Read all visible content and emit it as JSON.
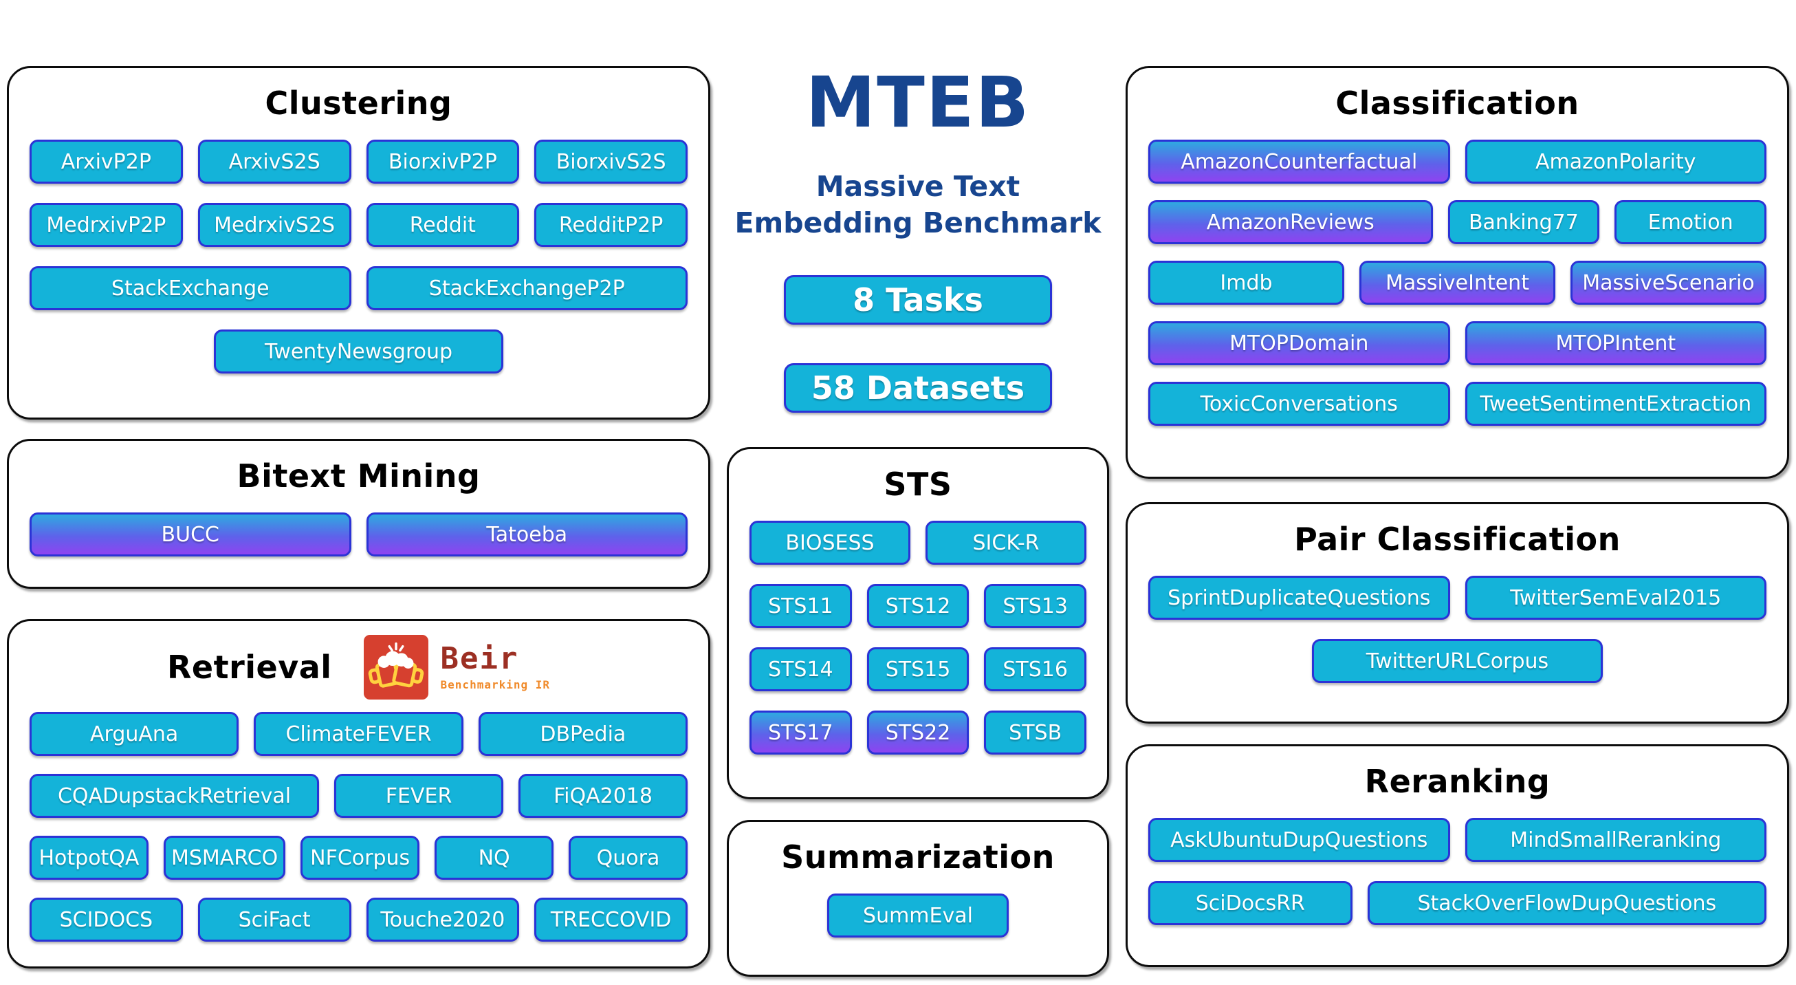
{
  "title": {
    "main": "MTEB",
    "subtitle_line1": "Massive Text",
    "subtitle_line2": "Embedding Benchmark",
    "tasks_badge": "8 Tasks",
    "datasets_badge": "58 Datasets"
  },
  "beir": {
    "name": "Beir",
    "tagline": "Benchmarking IR"
  },
  "colors": {
    "accent_cyan": "#14b3d9",
    "chip_border": "#2b33d6",
    "grad_top": "#2fa9e0",
    "grad_mid": "#5e62ea",
    "grad_bottom": "#8e44f0",
    "navy": "#17458f",
    "beir_red": "#d6402f",
    "beir_text": "#9c2f23",
    "beir_tagline": "#f08a2a"
  },
  "categories": {
    "clustering": {
      "title": "Clustering",
      "rows": [
        [
          {
            "label": "ArxivP2P"
          },
          {
            "label": "ArxivS2S"
          },
          {
            "label": "BiorxivP2P"
          },
          {
            "label": "BiorxivS2S"
          }
        ],
        [
          {
            "label": "MedrxivP2P"
          },
          {
            "label": "MedrxivS2S"
          },
          {
            "label": "Reddit"
          },
          {
            "label": "RedditP2P"
          }
        ],
        [
          {
            "label": "StackExchange"
          },
          {
            "label": "StackExchangeP2P"
          }
        ],
        [
          {
            "label": "TwentyNewsgroup",
            "w": "44%"
          }
        ]
      ]
    },
    "bitext_mining": {
      "title": "Bitext Mining",
      "rows": [
        [
          {
            "label": "BUCC",
            "g": true
          },
          {
            "label": "Tatoeba",
            "g": true
          }
        ]
      ]
    },
    "retrieval": {
      "title": "Retrieval",
      "rows": [
        [
          {
            "label": "ArguAna"
          },
          {
            "label": "ClimateFEVER"
          },
          {
            "label": "DBPedia"
          }
        ],
        [
          {
            "label": "CQADupstackRetrieval",
            "w": "44%"
          },
          {
            "label": "FEVER"
          },
          {
            "label": "FiQA2018"
          }
        ],
        [
          {
            "label": "HotpotQA"
          },
          {
            "label": "MSMARCO"
          },
          {
            "label": "NFCorpus"
          },
          {
            "label": "NQ"
          },
          {
            "label": "Quora"
          }
        ],
        [
          {
            "label": "SCIDOCS"
          },
          {
            "label": "SciFact"
          },
          {
            "label": "Touche2020"
          },
          {
            "label": "TRECCOVID"
          }
        ]
      ]
    },
    "sts": {
      "title": "STS",
      "rows": [
        [
          {
            "label": "BIOSESS"
          },
          {
            "label": "SICK-R"
          }
        ],
        [
          {
            "label": "STS11"
          },
          {
            "label": "STS12"
          },
          {
            "label": "STS13"
          }
        ],
        [
          {
            "label": "STS14"
          },
          {
            "label": "STS15"
          },
          {
            "label": "STS16"
          }
        ],
        [
          {
            "label": "STS17",
            "g": true
          },
          {
            "label": "STS22",
            "g": true
          },
          {
            "label": "STSB"
          }
        ]
      ]
    },
    "summarization": {
      "title": "Summarization",
      "rows": [
        [
          {
            "label": "SummEval",
            "w": "54%"
          }
        ]
      ]
    },
    "classification": {
      "title": "Classification",
      "rows": [
        [
          {
            "label": "AmazonCounterfactual",
            "g": true
          },
          {
            "label": "AmazonPolarity"
          }
        ],
        [
          {
            "label": "AmazonReviews",
            "g": true,
            "w": "46%"
          },
          {
            "label": "Banking77"
          },
          {
            "label": "Emotion"
          }
        ],
        [
          {
            "label": "Imdb"
          },
          {
            "label": "MassiveIntent",
            "g": true
          },
          {
            "label": "MassiveScenario",
            "g": true
          }
        ],
        [
          {
            "label": "MTOPDomain",
            "g": true
          },
          {
            "label": "MTOPIntent",
            "g": true
          }
        ],
        [
          {
            "label": "ToxicConversations"
          },
          {
            "label": "TweetSentimentExtraction"
          }
        ]
      ]
    },
    "pair_classification": {
      "title": "Pair Classification",
      "rows": [
        [
          {
            "label": "SprintDuplicateQuestions"
          },
          {
            "label": "TwitterSemEval2015"
          }
        ],
        [
          {
            "label": "TwitterURLCorpus",
            "w": "47%"
          }
        ]
      ]
    },
    "reranking": {
      "title": "Reranking",
      "rows": [
        [
          {
            "label": "AskUbuntuDupQuestions"
          },
          {
            "label": "MindSmallReranking"
          }
        ],
        [
          {
            "label": "SciDocsRR",
            "w": "33%"
          },
          {
            "label": "StackOverFlowDupQuestions"
          }
        ]
      ]
    }
  }
}
